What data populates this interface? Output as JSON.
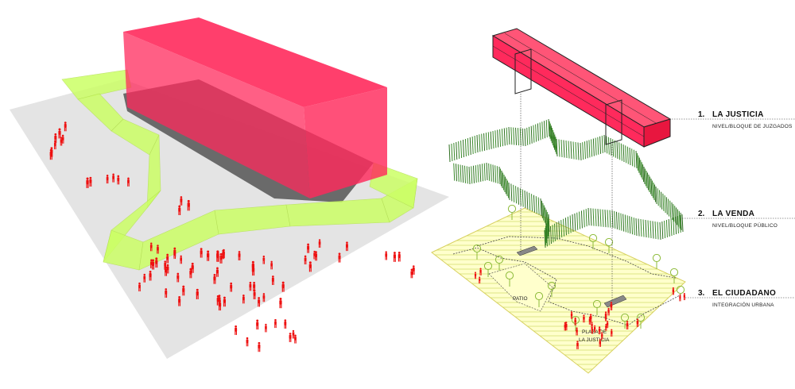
{
  "colors": {
    "volume": "#ff2a5c",
    "ribbon": "#ccff66",
    "people": "#ee1111",
    "plaza": "#ffffcc",
    "hatch": "#c8d65a",
    "ground": "#e4e4e4",
    "fence": "#3a8a2a"
  },
  "levels": [
    {
      "number": "1.",
      "title": "LA JUSTICIA",
      "subtitle": "NIVEL/BLOQUE DE JUZGADOS"
    },
    {
      "number": "2.",
      "title": "LA VENDA",
      "subtitle": "NIVEL/BLOQUE PÚBLICO"
    },
    {
      "number": "3.",
      "title": "EL CIUDADANO",
      "subtitle": "INTEGRACIÓN URBANA"
    }
  ],
  "plan": {
    "patio": "PATIO",
    "plaza_line1": "PLAZA DE",
    "plaza_line2": "LA JUSTICIA"
  }
}
